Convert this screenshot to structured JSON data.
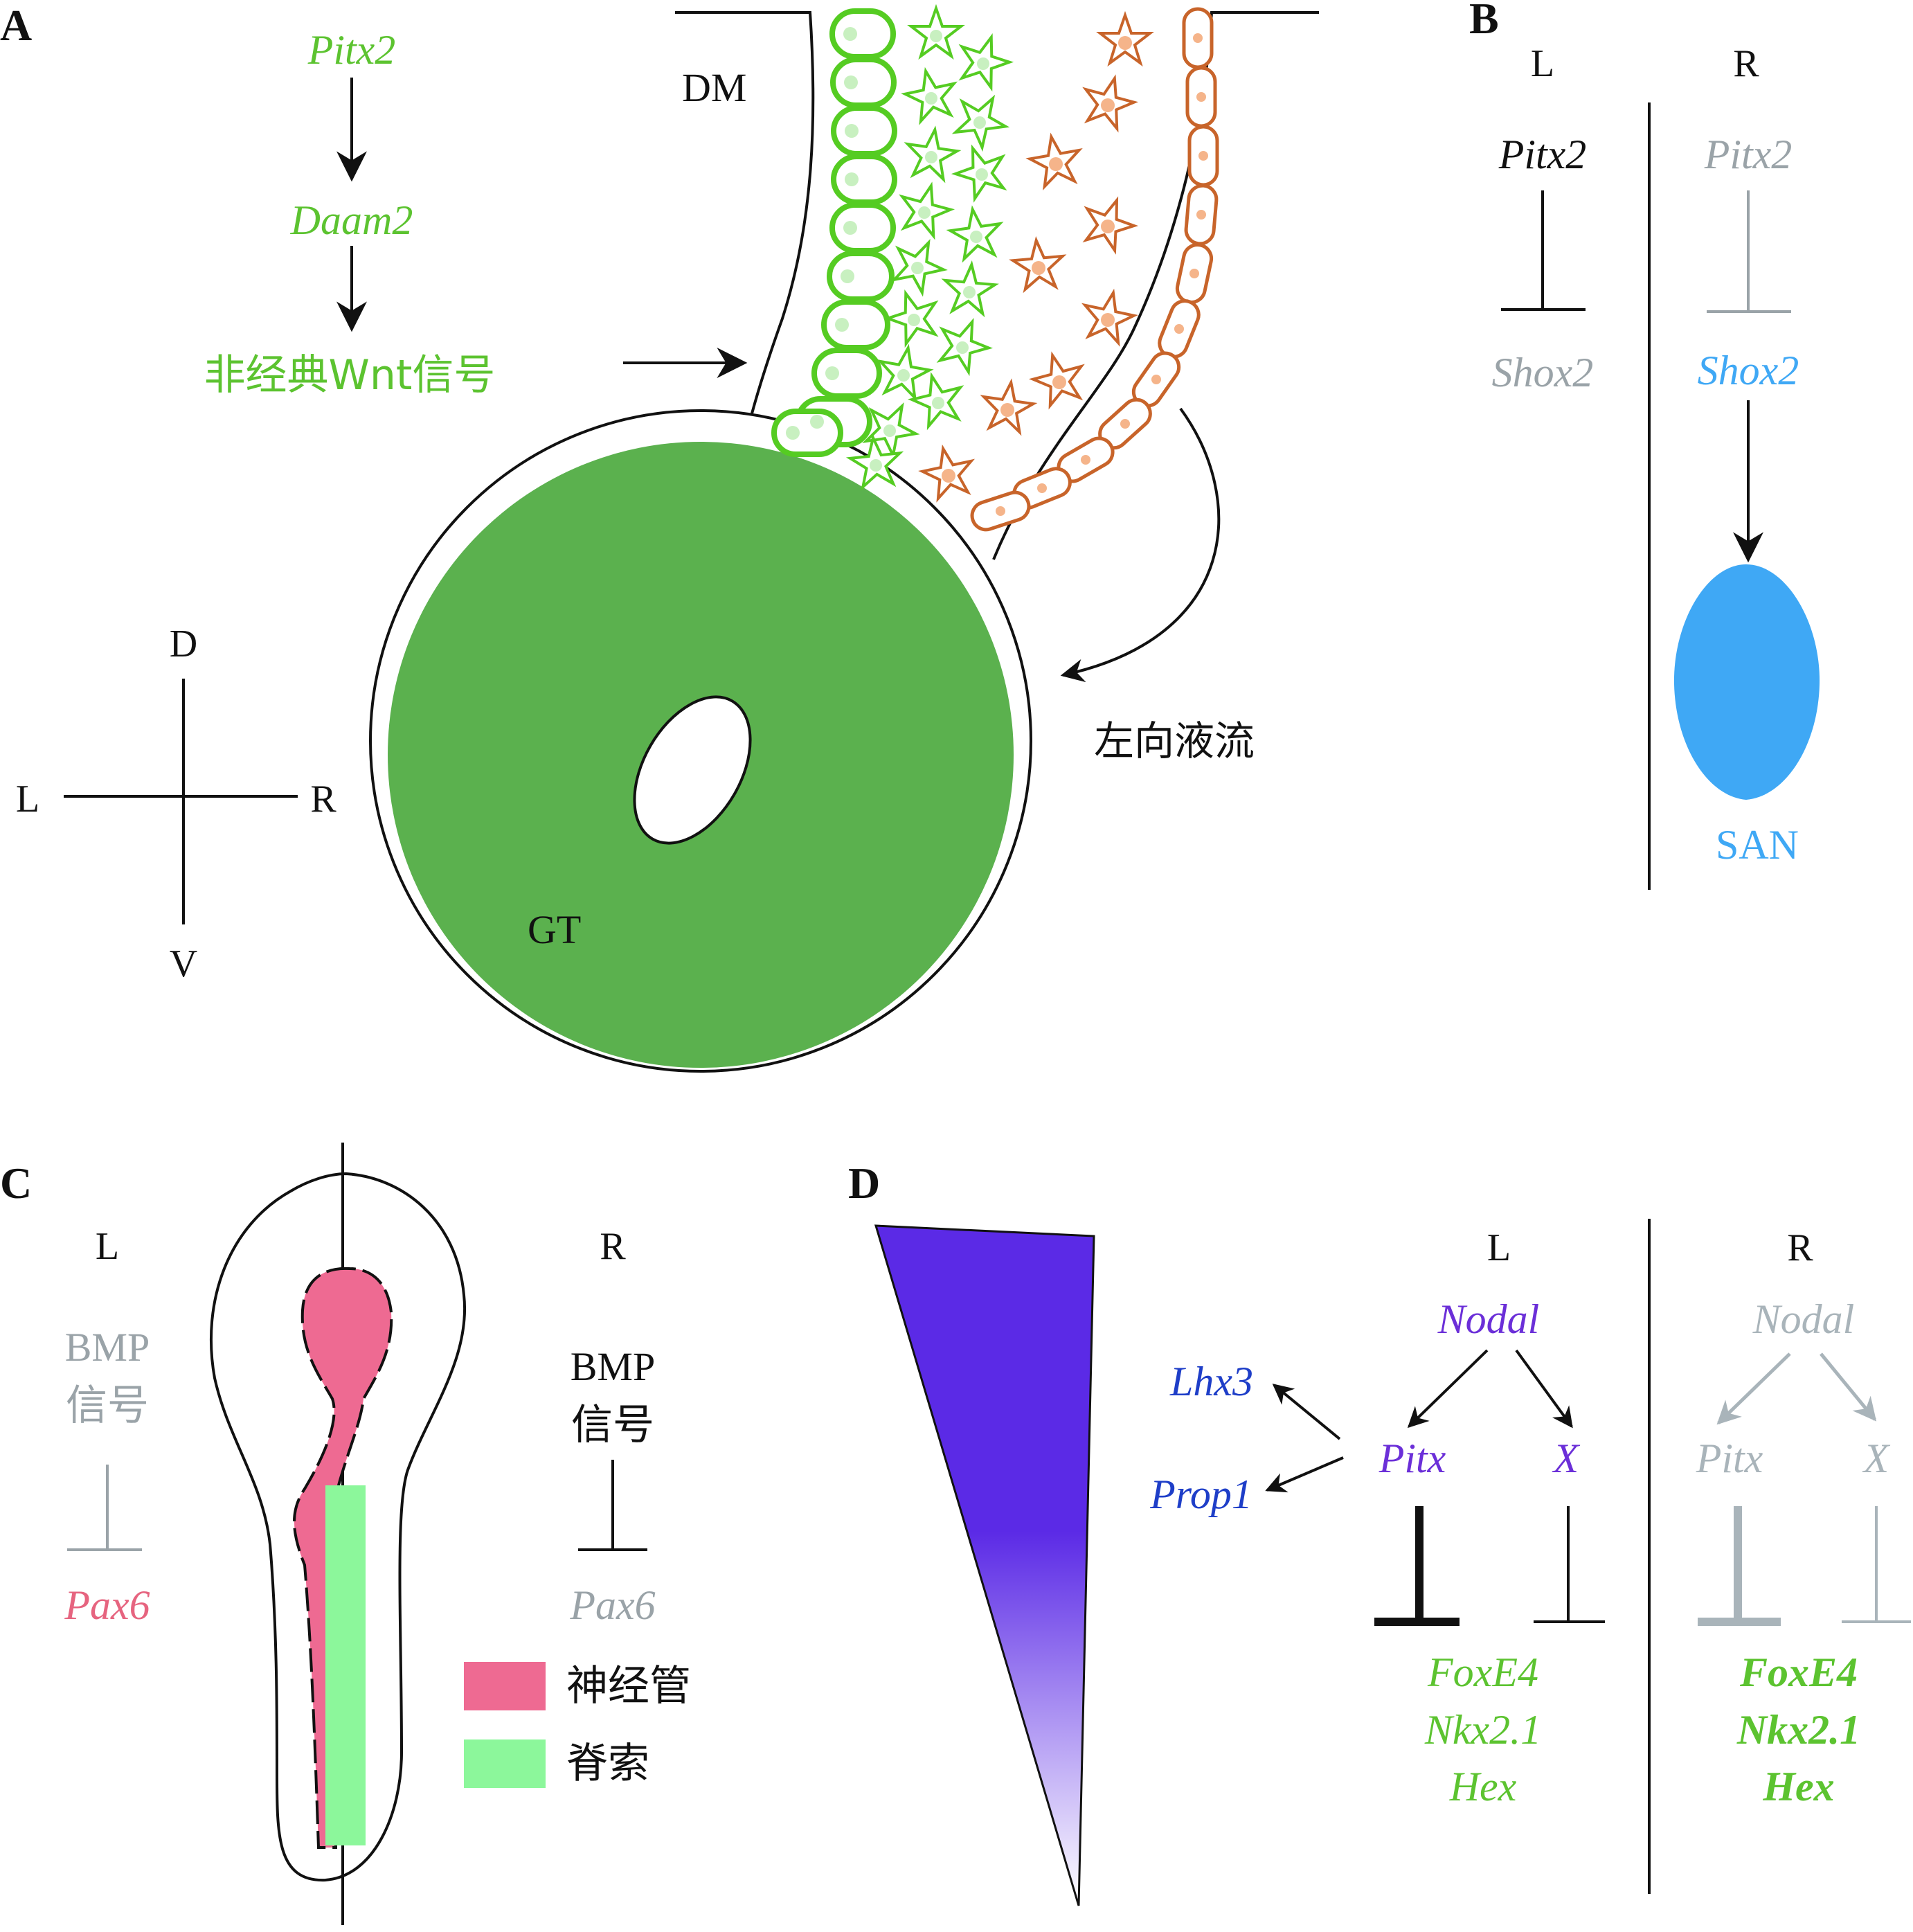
{
  "colors": {
    "green_text": "#5cc330",
    "green_gut": "#5bb14e",
    "green_cell_stroke": "#55cc22",
    "green_cell_fill": "#c8f0c0",
    "orange": "#c8642a",
    "orange_fill": "#f5b48a",
    "gray": "#9aa3a8",
    "blue": "#3fa8f5",
    "red": "#e6647f",
    "pink_fill": "#ee6a92",
    "mint": "#8cf79b",
    "purple": "#6b2fd8",
    "dark_blue": "#1e3ec8",
    "gradient_top": "#5b2ae6",
    "gradient_bottom": "#ffffff",
    "black": "#111111"
  },
  "panel_a": {
    "letter": "A",
    "pathway": [
      "Pitx2",
      "Daam2",
      "非经典Wnt信号"
    ],
    "dm_label": "DM",
    "gt_label": "GT",
    "flow_label": "左向液流",
    "axis": {
      "dorsal": "D",
      "ventral": "V",
      "left": "L",
      "right": "R"
    }
  },
  "panel_b": {
    "letter": "B",
    "left": {
      "side": "L",
      "gene": "Pitx2",
      "target": "Shox2"
    },
    "right": {
      "side": "R",
      "gene": "Pitx2",
      "target": "Shox2",
      "structure": "SAN"
    }
  },
  "panel_c": {
    "letter": "C",
    "left": {
      "side": "L",
      "signal_line1": "BMP",
      "signal_line2": "信号",
      "target": "Pax6"
    },
    "right": {
      "side": "R",
      "signal_line1": "BMP",
      "signal_line2": "信号",
      "target": "Pax6"
    },
    "legend": [
      {
        "label": "神经管",
        "color": "#ee6a92"
      },
      {
        "label": "脊索",
        "color": "#8cf79b"
      }
    ]
  },
  "panel_d": {
    "letter": "D",
    "left": {
      "side": "L",
      "top_gene": "Nodal",
      "mid_genes": [
        "Pitx",
        "X"
      ],
      "side_targets": [
        "Lhx3",
        "Prop1"
      ],
      "targets": [
        "FoxE4",
        "Nkx2.1",
        "Hex"
      ]
    },
    "right": {
      "side": "R",
      "top_gene": "Nodal",
      "mid_genes": [
        "Pitx",
        "X"
      ],
      "targets": [
        "FoxE4",
        "Nkx2.1",
        "Hex"
      ]
    }
  }
}
